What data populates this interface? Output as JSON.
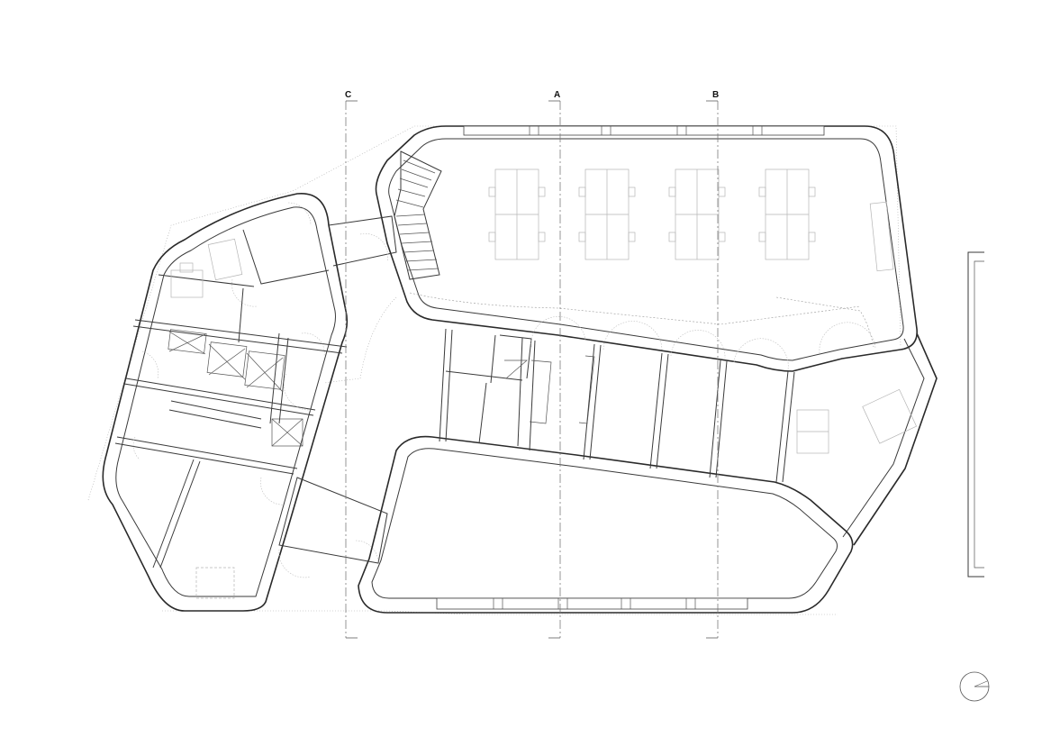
{
  "section_markers": [
    {
      "id": "section-c",
      "label": "C"
    },
    {
      "id": "section-a",
      "label": "A"
    },
    {
      "id": "section-b",
      "label": "B"
    }
  ],
  "icons": {
    "north_arrow": "north-arrow-icon"
  },
  "colors": {
    "wall": "#2a2a2a",
    "furniture": "#b5b5b5",
    "section_line": "#7a7a7a",
    "background": "#ffffff"
  }
}
